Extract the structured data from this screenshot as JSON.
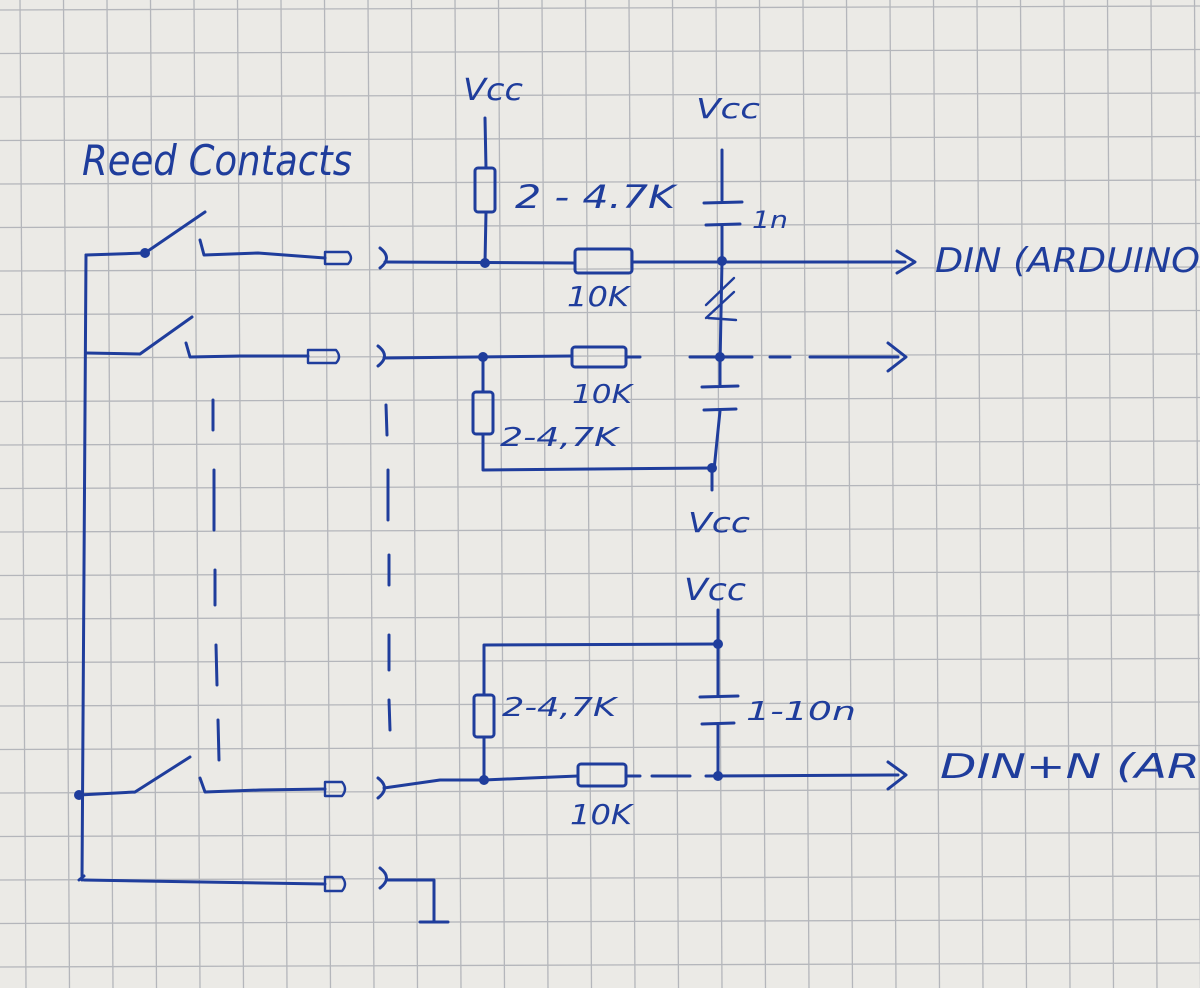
{
  "labels": {
    "title": "Reed Contacts",
    "vcc_1": "Vcc",
    "vcc_2": "Vcc",
    "vcc_3": "Vcc",
    "vcc_4": "Vcc",
    "r_pullup_1": "2 - 4.7K",
    "r_series_1": "10K",
    "c_1": "1n",
    "out_1": "DIN (ARDUINO",
    "r_series_2": "10K",
    "r_pullup_2": "2-4,7K",
    "r_pullup_3": "2-4,7K",
    "c_3": "1-10n",
    "r_series_3": "10K",
    "out_3": "DIN+N (AR"
  },
  "colors": {
    "ink": "#1f3d9c",
    "paper": "#ebeae6",
    "grid": "#b4b6bb"
  }
}
